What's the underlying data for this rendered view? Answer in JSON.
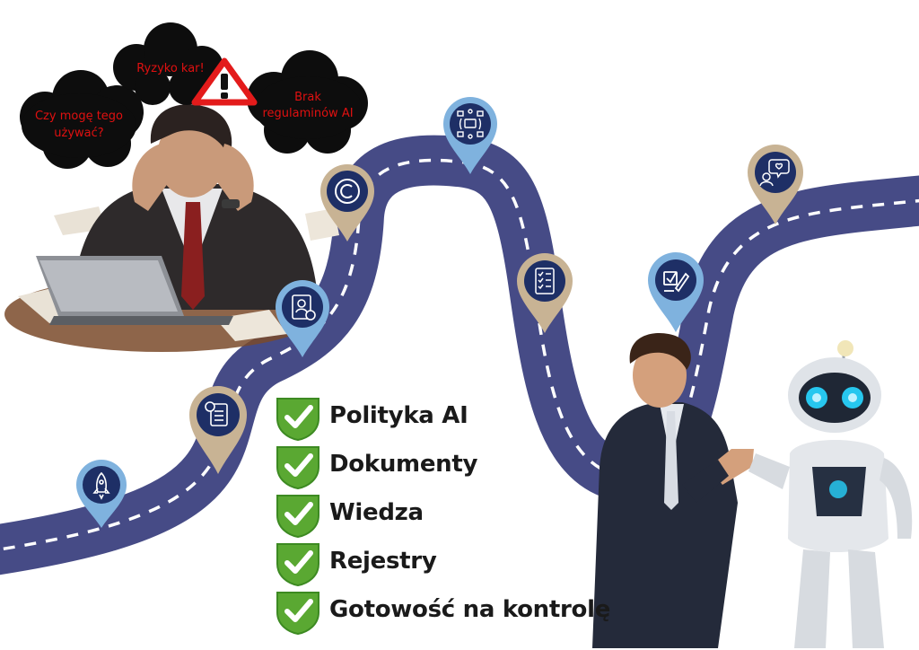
{
  "clouds": [
    {
      "text": "Czy mogę tego używać?"
    },
    {
      "text": "Ryzyko kar!"
    },
    {
      "text": "Brak regulaminów AI"
    }
  ],
  "checklist": [
    {
      "label": "Polityka AI"
    },
    {
      "label": "Dokumenty"
    },
    {
      "label": "Wiedza"
    },
    {
      "label": "Rejestry"
    },
    {
      "label": "Gotowość na kontrolę"
    }
  ],
  "colors": {
    "road": "#464b86",
    "road_dash": "#ffffff",
    "pin_light_blue": "#7fb2de",
    "pin_tan": "#c8b394",
    "pin_icon_bg": "#1e2f66",
    "check_green": "#5aa832",
    "cloud": "#0d0d0d",
    "cloud_text": "#e01010",
    "warning_red": "#e31b1b"
  },
  "icons": [
    "rocket-icon",
    "document-badge-icon",
    "id-card-icon",
    "copyright-icon",
    "network-icon",
    "checklist-icon",
    "checkbox-pen-icon",
    "speech-heart-icon"
  ]
}
